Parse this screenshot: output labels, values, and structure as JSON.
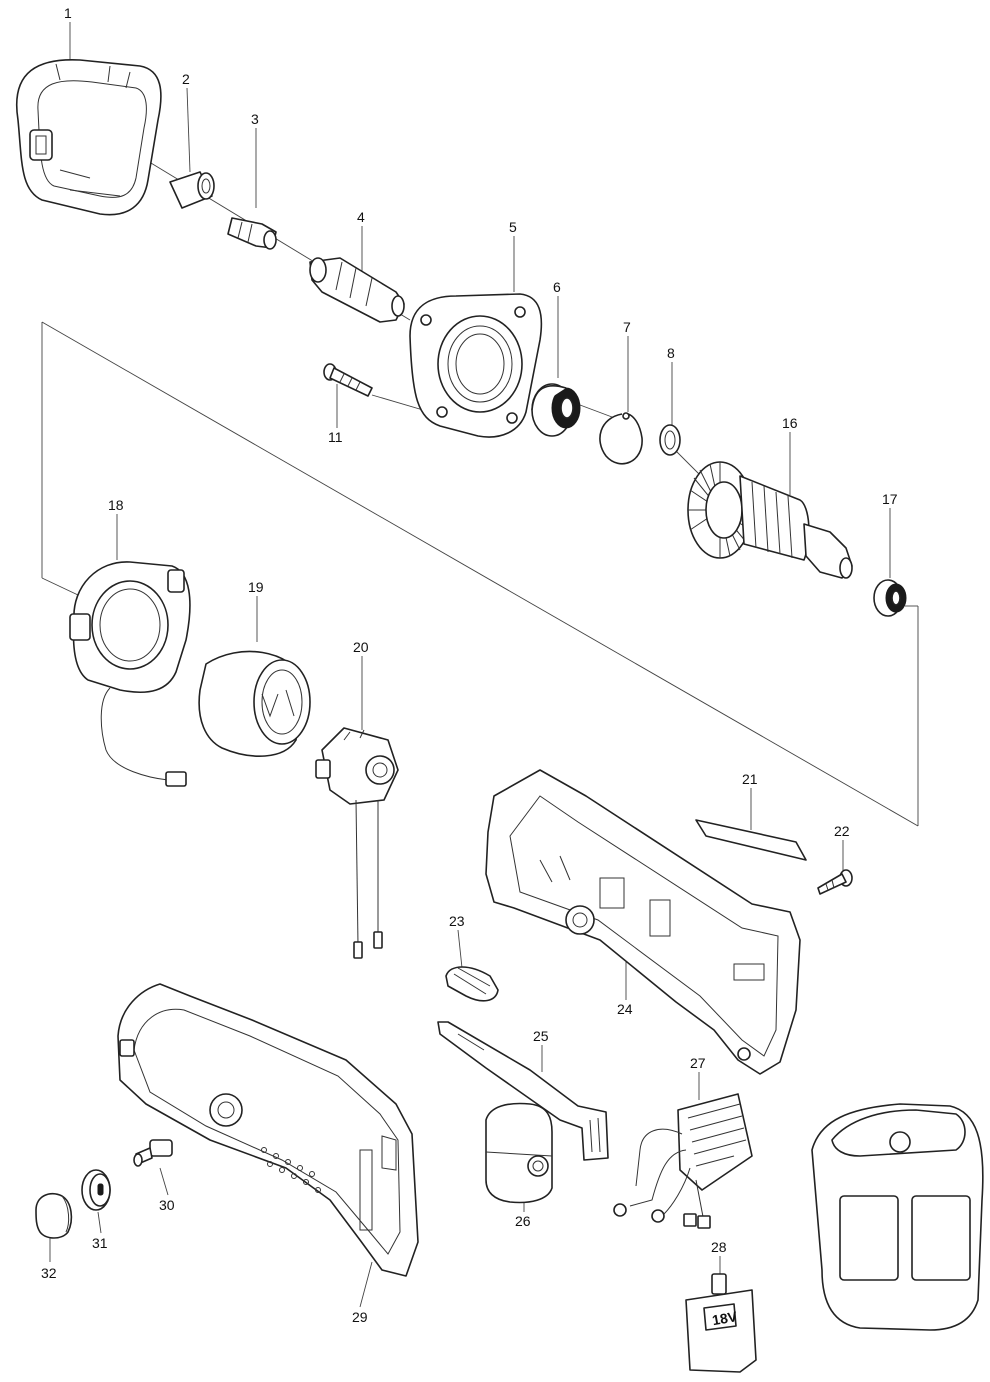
{
  "parts": [
    {
      "label": "1"
    },
    {
      "label": "2"
    },
    {
      "label": "3"
    },
    {
      "label": "4"
    },
    {
      "label": "5"
    },
    {
      "label": "6"
    },
    {
      "label": "7"
    },
    {
      "label": "8"
    },
    {
      "label": "11"
    },
    {
      "label": "16"
    },
    {
      "label": "17"
    },
    {
      "label": "18"
    },
    {
      "label": "19"
    },
    {
      "label": "20"
    },
    {
      "label": "21"
    },
    {
      "label": "22"
    },
    {
      "label": "23"
    },
    {
      "label": "24"
    },
    {
      "label": "25"
    },
    {
      "label": "26"
    },
    {
      "label": "27"
    },
    {
      "label": "28"
    },
    {
      "label": "29"
    },
    {
      "label": "30"
    },
    {
      "label": "31"
    },
    {
      "label": "32"
    }
  ],
  "battery_plate": {
    "voltage_text": "18V"
  },
  "colors": {
    "line": "#222222",
    "background": "#ffffff"
  }
}
